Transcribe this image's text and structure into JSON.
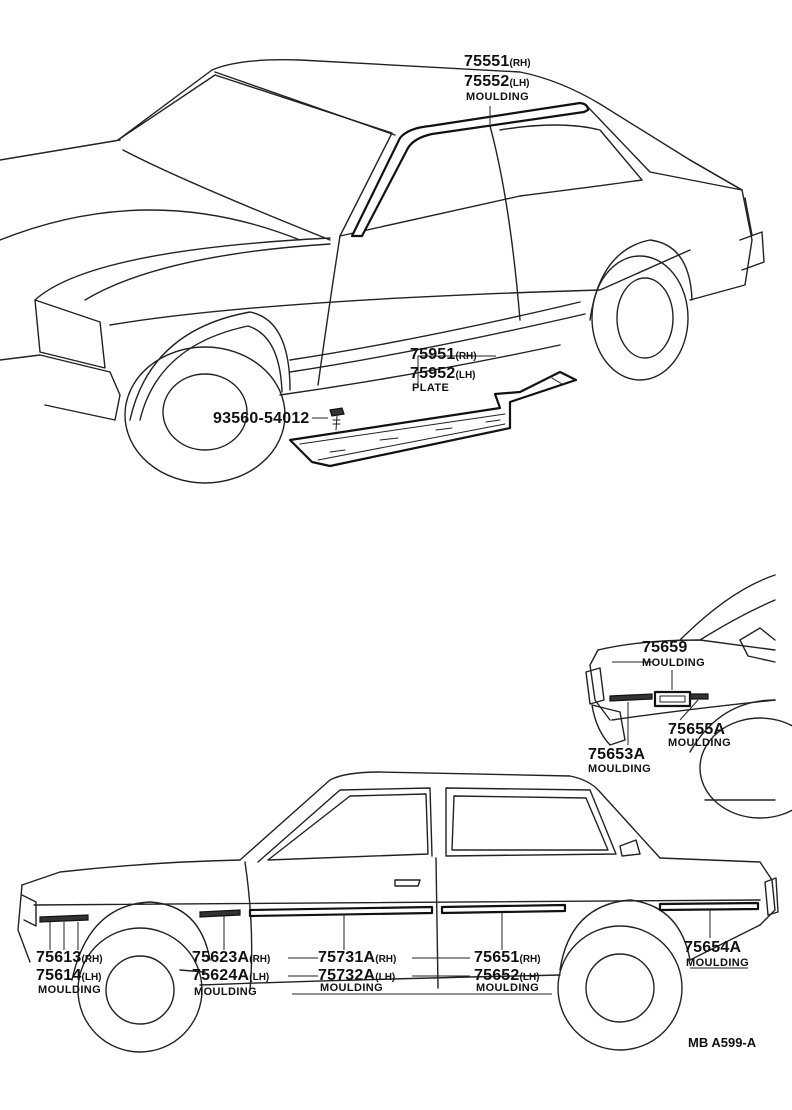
{
  "callouts": {
    "roof_moulding": {
      "pn_rh": "75551",
      "sfx_rh": "(RH)",
      "pn_lh": "75552",
      "sfx_lh": "(LH)",
      "name": "MOULDING"
    },
    "rocker_plate": {
      "pn_rh": "75951",
      "sfx_rh": "(RH)",
      "pn_lh": "75952",
      "sfx_lh": "(LH)",
      "name": "PLATE"
    },
    "clip": {
      "pn": "93560-54012"
    },
    "rear_top_moulding": {
      "pn": "75659",
      "name": "MOULDING"
    },
    "rear_side_moulding_a": {
      "pn": "75655A",
      "name": "MOULDING"
    },
    "rear_side_moulding_b": {
      "pn": "75653A",
      "name": "MOULDING"
    },
    "front_fender_moulding": {
      "pn_rh": "75613",
      "sfx_rh": "(RH)",
      "pn_lh": "75614",
      "sfx_lh": "(LH)",
      "name": "MOULDING"
    },
    "fender_rear_moulding": {
      "pn_rh": "75623A",
      "sfx_rh": "(RH)",
      "pn_lh": "75624A",
      "sfx_lh": "(LH)",
      "name": "MOULDING"
    },
    "door_moulding": {
      "pn_rh": "75731A",
      "sfx_rh": "(RH)",
      "pn_lh": "75732A",
      "sfx_lh": "(LH)",
      "name": "MOULDING"
    },
    "quarter_moulding": {
      "pn_rh": "75651",
      "sfx_rh": "(RH)",
      "pn_lh": "75652",
      "sfx_lh": "(LH)",
      "name": "MOULDING"
    },
    "rear_quarter_moulding": {
      "pn": "75654A",
      "name": "MOULDING"
    }
  },
  "reference_code": "MB A599-A"
}
